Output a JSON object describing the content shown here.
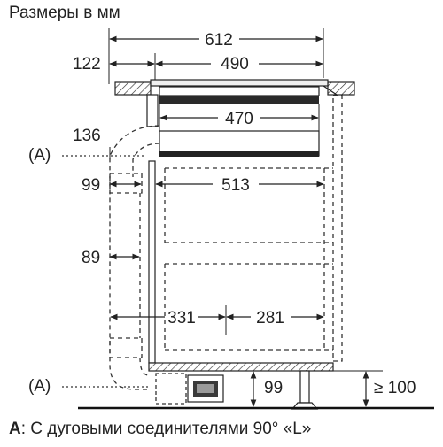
{
  "title": "Размеры в мм",
  "dimensions": {
    "overall_width": "612",
    "left_offset": "122",
    "cutout_width": "490",
    "hob_unit_width": "470",
    "upper_offset": "136",
    "duct_offset": "99",
    "cabinet_inner_width": "513",
    "duct_depth": "89",
    "left_span": "331",
    "right_span": "281",
    "plinth_gap": "99",
    "plinth_height": "≥ 100"
  },
  "callouts": {
    "upper": "(A)",
    "lower": "(A)"
  },
  "footnote": {
    "letter": "A",
    "text": ": С дуговыми соединителями 90° «L»"
  }
}
